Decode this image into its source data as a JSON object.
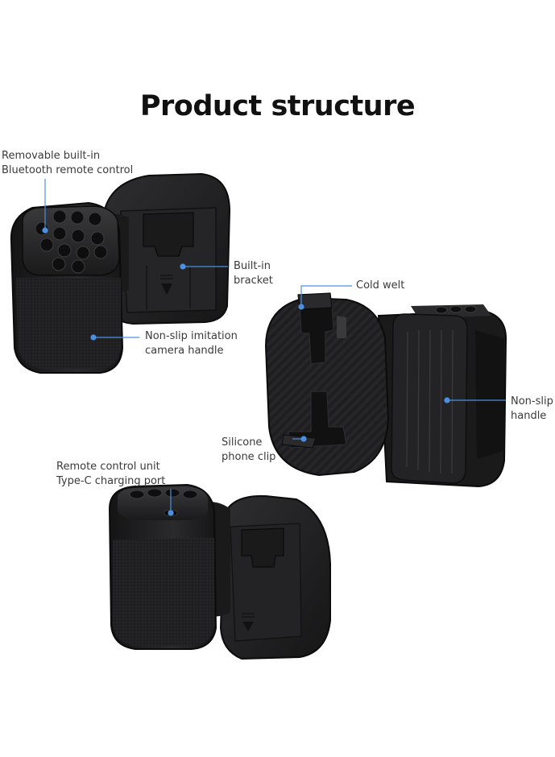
{
  "title": "Product structure",
  "colors": {
    "callout": "#4a90e2",
    "device_dark": "#1c1c1e",
    "device_edge": "#2c2c2e",
    "button": "#0e0e0f"
  },
  "callouts": [
    {
      "id": "remote",
      "lines": [
        "Removable built-in",
        "Bluetooth remote control"
      ]
    },
    {
      "id": "bracket",
      "lines": [
        "Built-in",
        "bracket"
      ]
    },
    {
      "id": "grip",
      "lines": [
        "Non-slip imitation",
        "camera handle"
      ]
    },
    {
      "id": "cold-welt",
      "lines": [
        "Cold welt"
      ]
    },
    {
      "id": "handle",
      "lines": [
        "Non-slip",
        "handle"
      ]
    },
    {
      "id": "phone-clip",
      "lines": [
        "Silicone",
        "phone clip"
      ]
    },
    {
      "id": "charging-port",
      "lines": [
        "Remote control unit",
        "Type-C charging port"
      ]
    }
  ]
}
